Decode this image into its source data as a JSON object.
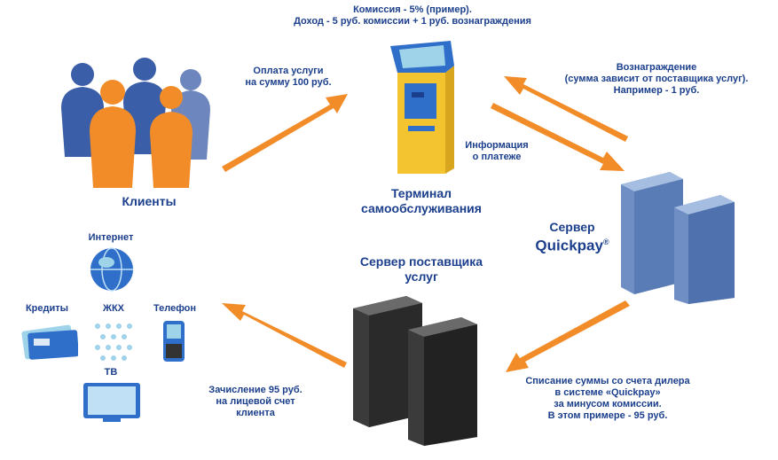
{
  "top_commission": {
    "line1": "Комиссия - 5% (пример).",
    "line2": "Доход - 5 руб. комиссии + 1 руб. вознаграждения"
  },
  "payment": {
    "line1": "Оплата услуги",
    "line2": "на сумму 100 руб."
  },
  "clients": {
    "label": "Клиенты"
  },
  "terminal": {
    "line1": "Терминал",
    "line2": "самообслуживания"
  },
  "reward": {
    "line1": "Вознаграждение",
    "line2": "(сумма зависит от поставщика услуг).",
    "line3": "Например - 1 руб."
  },
  "payment_info": {
    "line1": "Информация",
    "line2": "о платеже"
  },
  "quickpay_server": {
    "line1": "Сервер",
    "line2": "Quickpay",
    "reg": "®"
  },
  "provider_server": {
    "line1": "Сервер поставщика",
    "line2": "услуг"
  },
  "services": {
    "internet": "Интернет",
    "credits": "Кредиты",
    "housing": "ЖКХ",
    "phone": "Телефон",
    "tv": "ТВ"
  },
  "crediting": {
    "line1": "Зачисление 95 руб.",
    "line2": "на лицевой счет",
    "line3": "клиента"
  },
  "debit": {
    "line1": "Списание суммы со счета дилера",
    "line2": "в системе «Quickpay»",
    "line3": "за минусом комиссии.",
    "line4": "В этом примере - 95 руб."
  },
  "colors": {
    "arrow": "#f28c28",
    "text": "#1b3f8c",
    "people_orange": "#f28c28",
    "people_blue": "#3a5fa8"
  }
}
